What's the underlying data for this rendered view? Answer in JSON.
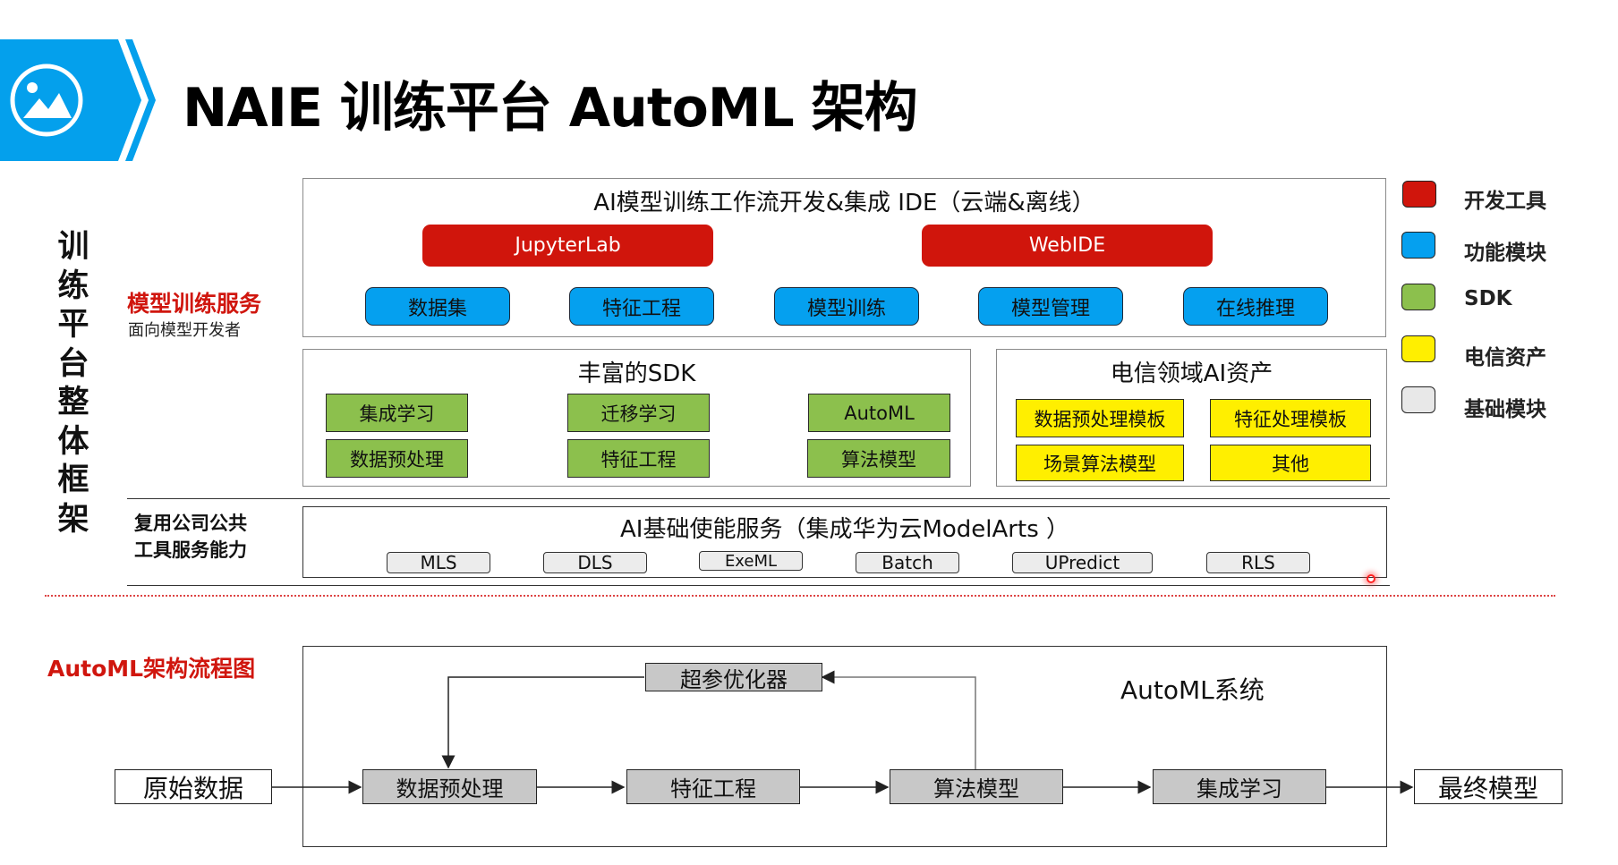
{
  "header": {
    "icon": "image-icon",
    "title": "NAIE 训练平台 AutoML 架构",
    "accent_color": "#04a0ec"
  },
  "side": {
    "vertical_title": [
      "训",
      "练",
      "平",
      "台",
      "整",
      "体",
      "框",
      "架"
    ],
    "model_service_title": "模型训练服务",
    "model_service_subtitle": "面向模型开发者",
    "reuse_line1": "复用公司公共",
    "reuse_line2": "工具服务能力",
    "flow_title": "AutoML架构流程图"
  },
  "ide": {
    "title": "AI模型训练工作流开发&集成 IDE（云端&离线）",
    "tools": [
      "JupyterLab",
      "WebIDE"
    ],
    "modules": [
      "数据集",
      "特征工程",
      "模型训练",
      "模型管理",
      "在线推理"
    ]
  },
  "sdk": {
    "title": "丰富的SDK",
    "items": [
      "集成学习",
      "迁移学习",
      "AutoML",
      "数据预处理",
      "特征工程",
      "算法模型"
    ]
  },
  "telecom": {
    "title": "电信领域AI资产",
    "items": [
      "数据预处理模板",
      "特征处理模板",
      "场景算法模型",
      "其他"
    ]
  },
  "base": {
    "title": "AI基础使能服务（集成华为云ModelArts ）",
    "items": [
      "MLS",
      "DLS",
      "ExeML",
      "Batch",
      "UPredict",
      "RLS"
    ]
  },
  "legend": [
    {
      "label": "开发工具",
      "color": "#d0150c"
    },
    {
      "label": "功能模块",
      "color": "#05a0ef"
    },
    {
      "label": "SDK",
      "color": "#8cc04d"
    },
    {
      "label": "电信资产",
      "color": "#ffef00"
    },
    {
      "label": "基础模块",
      "color": "#e8e8e8"
    }
  ],
  "flow": {
    "system_label": "AutoML系统",
    "input": "原始数据",
    "output": "最终模型",
    "optimizer": "超参优化器",
    "steps": [
      "数据预处理",
      "特征工程",
      "算法模型",
      "集成学习"
    ]
  }
}
